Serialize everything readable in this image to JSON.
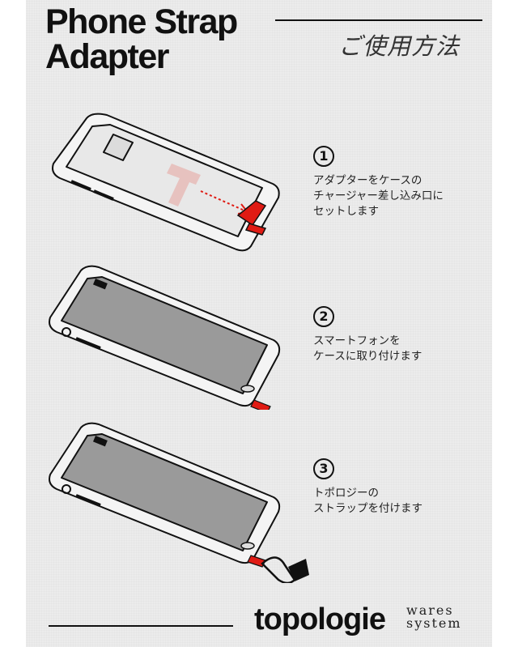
{
  "header": {
    "title_line1": "Phone Strap",
    "title_line2": "Adapter",
    "subtitle_jp": "ご使用方法"
  },
  "steps": [
    {
      "number": "1",
      "text": "アダプターをケースの\nチャージャー差し込み口に\nセットします"
    },
    {
      "number": "2",
      "text": "スマートフォンを\nケースに取り付けます"
    },
    {
      "number": "3",
      "text": "トポロジーの\nストラップを付けます"
    }
  ],
  "footer": {
    "brand": "topologie",
    "sub_line1": "wares",
    "sub_line2": "system"
  },
  "colors": {
    "accent": "#e01b14",
    "ink": "#111111",
    "paper": "#ececec",
    "screen": "#9a9a9a"
  }
}
